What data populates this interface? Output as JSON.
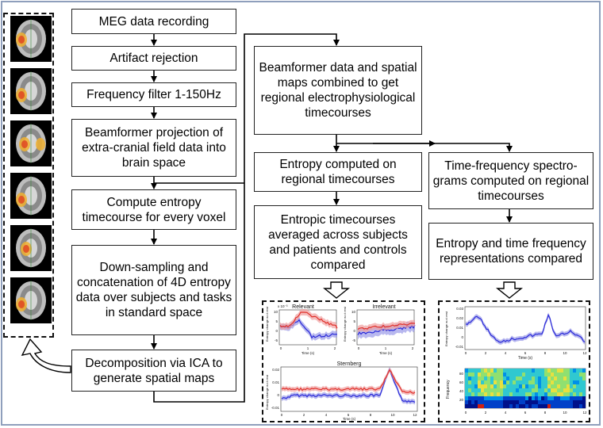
{
  "flow_left": [
    {
      "id": "meg",
      "label": "MEG data recording"
    },
    {
      "id": "artifact",
      "label": "Artifact rejection"
    },
    {
      "id": "freq",
      "label": "Frequency filter 1-150Hz"
    },
    {
      "id": "beamformer",
      "label": "Beamformer projection of extra-cranial field data into brain space"
    },
    {
      "id": "entropy_voxel",
      "label": "Compute entropy timecourse for every voxel"
    },
    {
      "id": "downsample",
      "label": "Down-sampling  and concatenation of 4D entropy data over subjects and tasks in standard space"
    },
    {
      "id": "ica",
      "label": "Decomposition via ICA to generate spatial maps"
    }
  ],
  "flow_right": {
    "combined": "Beamformer data and spatial maps combined to get regional electrophysiological timecourses",
    "entropy_regional": "Entropy computed on regional timecourses",
    "averaged": "Entropic timecourses averaged across subjects and patients and controls compared",
    "tf_spectro": "Time-frequency spectro-grams computed on regional timecourses",
    "compared": "Entropy and time frequency representations compared"
  },
  "plots_left": {
    "relevant_title": "Relevant",
    "irrelevant_title": "Irrelevant",
    "sternberg_title": "Sternberg",
    "ylabel": "Entropy change w.r.t rest",
    "xlabel": "Time (s)",
    "exp_label": "x 10⁻³",
    "small_yticks": [
      "10",
      "5",
      "0",
      "-5"
    ],
    "small_xticks": [
      "0",
      "1",
      "2"
    ],
    "big_yticks": [
      "0.02",
      "0.01",
      "0",
      "-0.01"
    ],
    "big_xticks": [
      "0",
      "2",
      "4",
      "6",
      "8",
      "10",
      "12"
    ]
  },
  "plots_right": {
    "top_ylabel": "Entropy change w.r.t rest",
    "yticks": [
      "0.03",
      "0.02",
      "0.01",
      "0",
      "-0.01"
    ],
    "xticks": [
      "0",
      "2",
      "4",
      "6",
      "8",
      "10",
      "12"
    ],
    "xlabel": "Time (s)",
    "heat_ylabel": "Frequency",
    "heat_yticks": [
      "80",
      "60",
      "40",
      "20"
    ],
    "heat_xticks": [
      "0",
      "2",
      "4",
      "6",
      "8",
      "10",
      "12"
    ]
  },
  "colors": {
    "red": "#e0302a",
    "blue": "#2a2ad8",
    "red_band": "#f0a0a0",
    "blue_band": "#9a9ae8",
    "frame": "#8f9fbc"
  }
}
